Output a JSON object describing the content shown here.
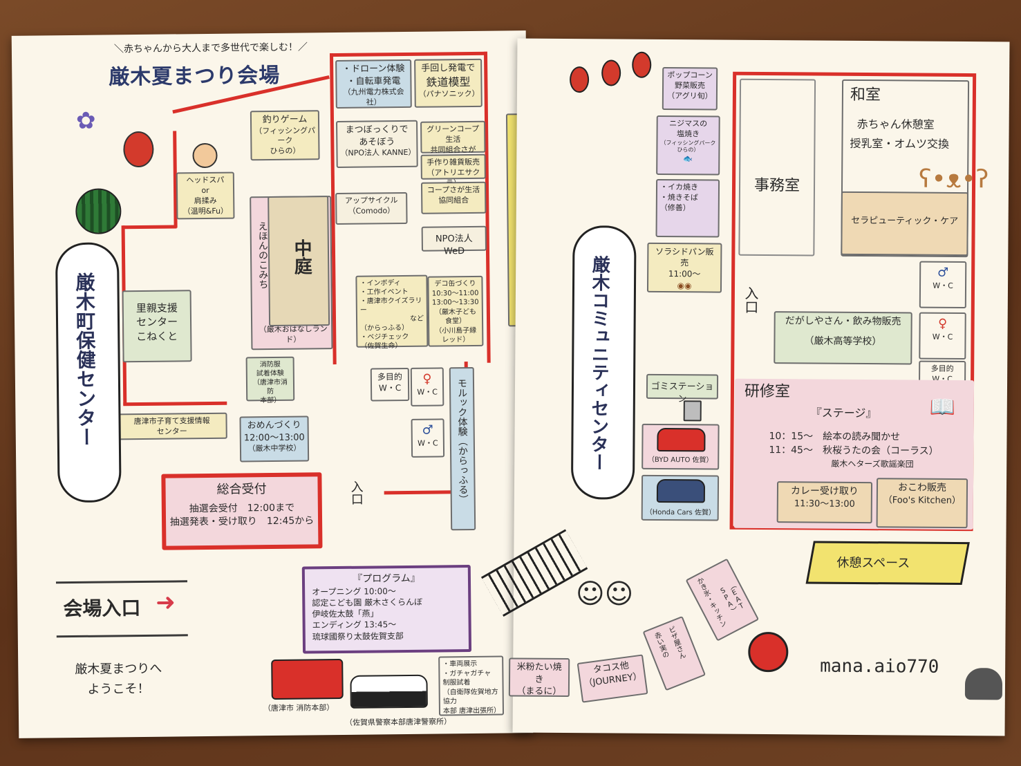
{
  "left_page": {
    "tagline": "＼赤ちゃんから大人まで多世代で楽しむ！／",
    "title": "厳木夏まつり会場",
    "health_center": "厳木町保健センター",
    "rooms": {
      "drone": [
        "・ドローン体験",
        "・自転車発電",
        "（九州電力株式会社）"
      ],
      "railway": [
        "手回し発電で",
        "鉄道模型",
        "（パナソニック）"
      ],
      "fishing": [
        "釣りゲーム",
        "（フィッシングパーク",
        "ひらの）"
      ],
      "matsubokkuri": [
        "まつぼっくりで",
        "あそぼう",
        "（NPO法人 KANNE）"
      ],
      "greencoop": [
        "グリーンコープ生活",
        "共同組合さが"
      ],
      "handmade": [
        "手作り雑貨販売",
        "（アトリエサクラ）"
      ],
      "coopsaga": [
        "コープさが生活",
        "協同組合"
      ],
      "headspa": [
        "ヘッドスパ",
        "or",
        "肩揉み",
        "（温明&Fu）"
      ],
      "upcycle": [
        "アップサイクル",
        "（Comodo）"
      ],
      "npo_wed": "NPO法人WeD",
      "ehon": "えほんのこみち",
      "ehon_sub": "（厳木おはなしランド）",
      "courtyard": "中庭",
      "satooya": [
        "里親支援",
        "センター",
        "こねくと"
      ],
      "activities": [
        "・インボディ",
        "・工作イベント",
        "・唐津市クイズラリー",
        "など",
        "（からっふる）",
        "・ベジチェック",
        "（佐賀生命）"
      ],
      "deko": [
        "デコ缶づくり",
        "10:30〜11:00",
        "13:00〜13:30",
        "（厳木子ども食堂）",
        "（小川島子縁レッド）"
      ],
      "fire_uniform": [
        "消防服",
        "試着体験",
        "（唐津市消防",
        "本部）"
      ],
      "taku": "多目的W・C",
      "wc": "W・C",
      "molluk": "モルック体験（からっふる）",
      "kosodate": [
        "唐津市子育て支援情報",
        "センター"
      ],
      "omen": [
        "おめんづくり",
        "12:00〜13:00",
        "（厳木中学校）"
      ],
      "reception_title": "総合受付",
      "reception_lines": [
        "抽選会受付　12:00まで",
        "抽選発表・受け取り　12:45から"
      ],
      "entrance": "入口",
      "rest_space": "休憩スペース"
    },
    "venue_entrance": "会場入口",
    "welcome": [
      "厳木夏まつりへ",
      "ようこそ！"
    ],
    "program_title": "『プログラム』",
    "program_lines": [
      "オープニング 10:00〜",
      "認定こども園 厳木さくらんぼ",
      "伊岐佐太鼓「燕」",
      "エンディング 13:45〜",
      "琉球國祭り太鼓佐賀支部"
    ],
    "fire_truck_label": "（唐津市 消防本部）",
    "police_label": "（佐賀県警察本部唐津警察所）",
    "vehicle_note": [
      "・車両展示",
      "・ガチャガチャ",
      "制服試着",
      "（自衛隊佐賀地方協力",
      "本部 唐津出張所）"
    ]
  },
  "right_page": {
    "community_center": "厳木コミュニティセンター",
    "popcorn": [
      "ポップコーン",
      "野菜販売",
      "（アグリ旬）"
    ],
    "nijimasu": [
      "ニジマスの",
      "塩焼き",
      "（フィッシングパークひらの）"
    ],
    "ika": [
      "・イカ焼き",
      "・焼きそば",
      "（修善）"
    ],
    "bread": [
      "ソラシドパン販売",
      "11:00〜"
    ],
    "jimushitsu": "事務室",
    "washitsu": "和室",
    "washitsu_lines": [
      "赤ちゃん休憩室",
      "授乳室・オムツ交換"
    ],
    "therapy": "セラピューティック・ケア",
    "entrance": "入口",
    "dagashi": [
      "だがしやさん・飲み物販売",
      "（厳木高等学校）"
    ],
    "wc": "W・C",
    "taku": [
      "多目的",
      "W・C"
    ],
    "gomi": "ゴミステーション",
    "byd": "（BYD AUTO 佐賀）",
    "honda": "（Honda Cars 佐賀）",
    "kenshu": "研修室",
    "stage_title": "『ステージ』",
    "stage_lines": [
      "10：15〜　絵本の読み聞かせ",
      "11：45〜　秋桜うたの会（コーラス）",
      "厳木ヘターズ歌謡楽団"
    ],
    "curry": [
      "カレー受け取り",
      "11:30〜13:00"
    ],
    "okowa": [
      "おこわ販売",
      "（Foo's Kitchen）"
    ],
    "rest_space": "休憩スペース",
    "kakigori": [
      "かき氷・キッチン",
      "（EAT SPA）"
    ],
    "beiko": [
      "米粉たい焼き",
      "（まるに）"
    ],
    "takosu": [
      "タコス他",
      "（JOURNEY）"
    ],
    "pizza": [
      "赤い実の",
      "ピザ屋さん"
    ],
    "credit": "mana.aio770"
  },
  "colors": {
    "wall_red": "#d9302a",
    "box_blue": "#c9dce6",
    "box_yellow": "#f4ebc0",
    "box_pink": "#f3d7dc",
    "box_tan": "#efd9b4",
    "box_green": "#dfe8cf",
    "box_purple": "#e6d6ea",
    "rest_yellow": "#f2e36f"
  }
}
